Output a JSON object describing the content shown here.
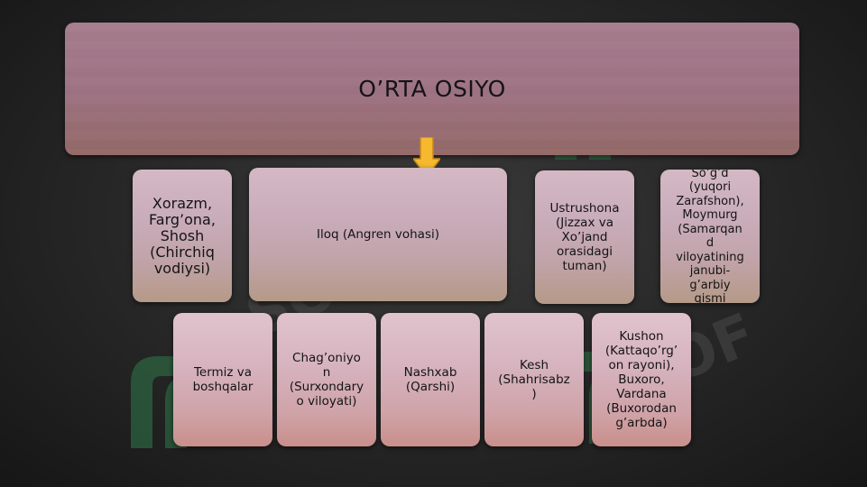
{
  "colors": {
    "arrow": "#f5b82e",
    "watermark_logo": "#2f7a4a",
    "watermark_text": "#5a5a5a"
  },
  "watermark": {
    "text": "SOF",
    "icon": "sof-logo-icon"
  },
  "title": "O’RTA OSIYO",
  "row1": [
    {
      "label": "Xorazm,\nFarg’ona,\nShosh\n(Chirchiq\nvodiysi)"
    },
    {
      "label": "Iloq  (Angren  vohasi)"
    },
    {
      "label": "Ustrushona\n(Jizzax  va\nXo’jand\norasidagi\ntuman)"
    },
    {
      "label": "So’g’d\n(yuqori\nZarafshon),\nMoymurg\n(Samarqan\nd\nviloyatining\njanubi-\ng’arbiy\nqismi"
    }
  ],
  "row2": [
    {
      "label": "Termiz     va\nboshqalar"
    },
    {
      "label": "Chag’oniyo\nn\n(Surxondary\no  viloyati)"
    },
    {
      "label": "Nashxab\n(Qarshi)"
    },
    {
      "label": "Kesh\n(Shahrisabz\n)"
    },
    {
      "label": "Kushon\n(Kattaqo’rg’\non rayoni),\nBuxoro,\nVardana\n(Buxorodan\ng’arbda)"
    }
  ]
}
